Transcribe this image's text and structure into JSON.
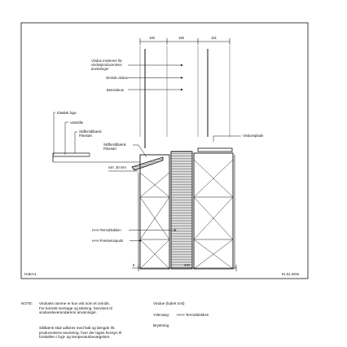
{
  "drawing": {
    "dimensions_top": [
      "100",
      "150",
      "151"
    ],
    "labels": {
      "window_note": [
        "Vindue monteres iht.",
        "vindusproducentens",
        "anvisninger"
      ],
      "window_outline": "Omrids vindue",
      "concrete_beam": "Betonskrue",
      "elastic_joint": "Elastisk fuge",
      "drip": "Vandrille",
      "slate_sill_left": [
        "Skiffersålbænk",
        "Flisesæt"
      ],
      "slate_sill_right": [
        "Skiffersålbænk",
        "Flisesæt"
      ],
      "window_sill": "Vinduesplade",
      "min_dim": "min. 30 mm",
      "thermo_block": "H+H Termoblokken",
      "aerated_concrete": "H+H Porebetonpuds"
    },
    "bottom_dims": [
      "8",
      "400"
    ],
    "drawing_id": "H4KA1",
    "date": "01.01.2015"
  },
  "notes": {
    "label": "NOTE:",
    "paragraph1": [
      "Vinduets ramme er kun vist som et omrids.",
      "For korrekt montage og tætning, henvises til",
      "vinduesleverandørens anvisninger."
    ],
    "paragraph2": [
      "Sålbænk skal udføres med fald og længde iht.",
      "producentens anvisning, hvor der tages hensyn til",
      "forskellen i fugt- og temperaturbevægelser."
    ],
    "right": {
      "title": "Vindue (lodret snit)",
      "outer_wall_label": "Ydervæg:",
      "outer_wall_value": "H+H Termoblokken",
      "parapet": "Brystning"
    }
  }
}
